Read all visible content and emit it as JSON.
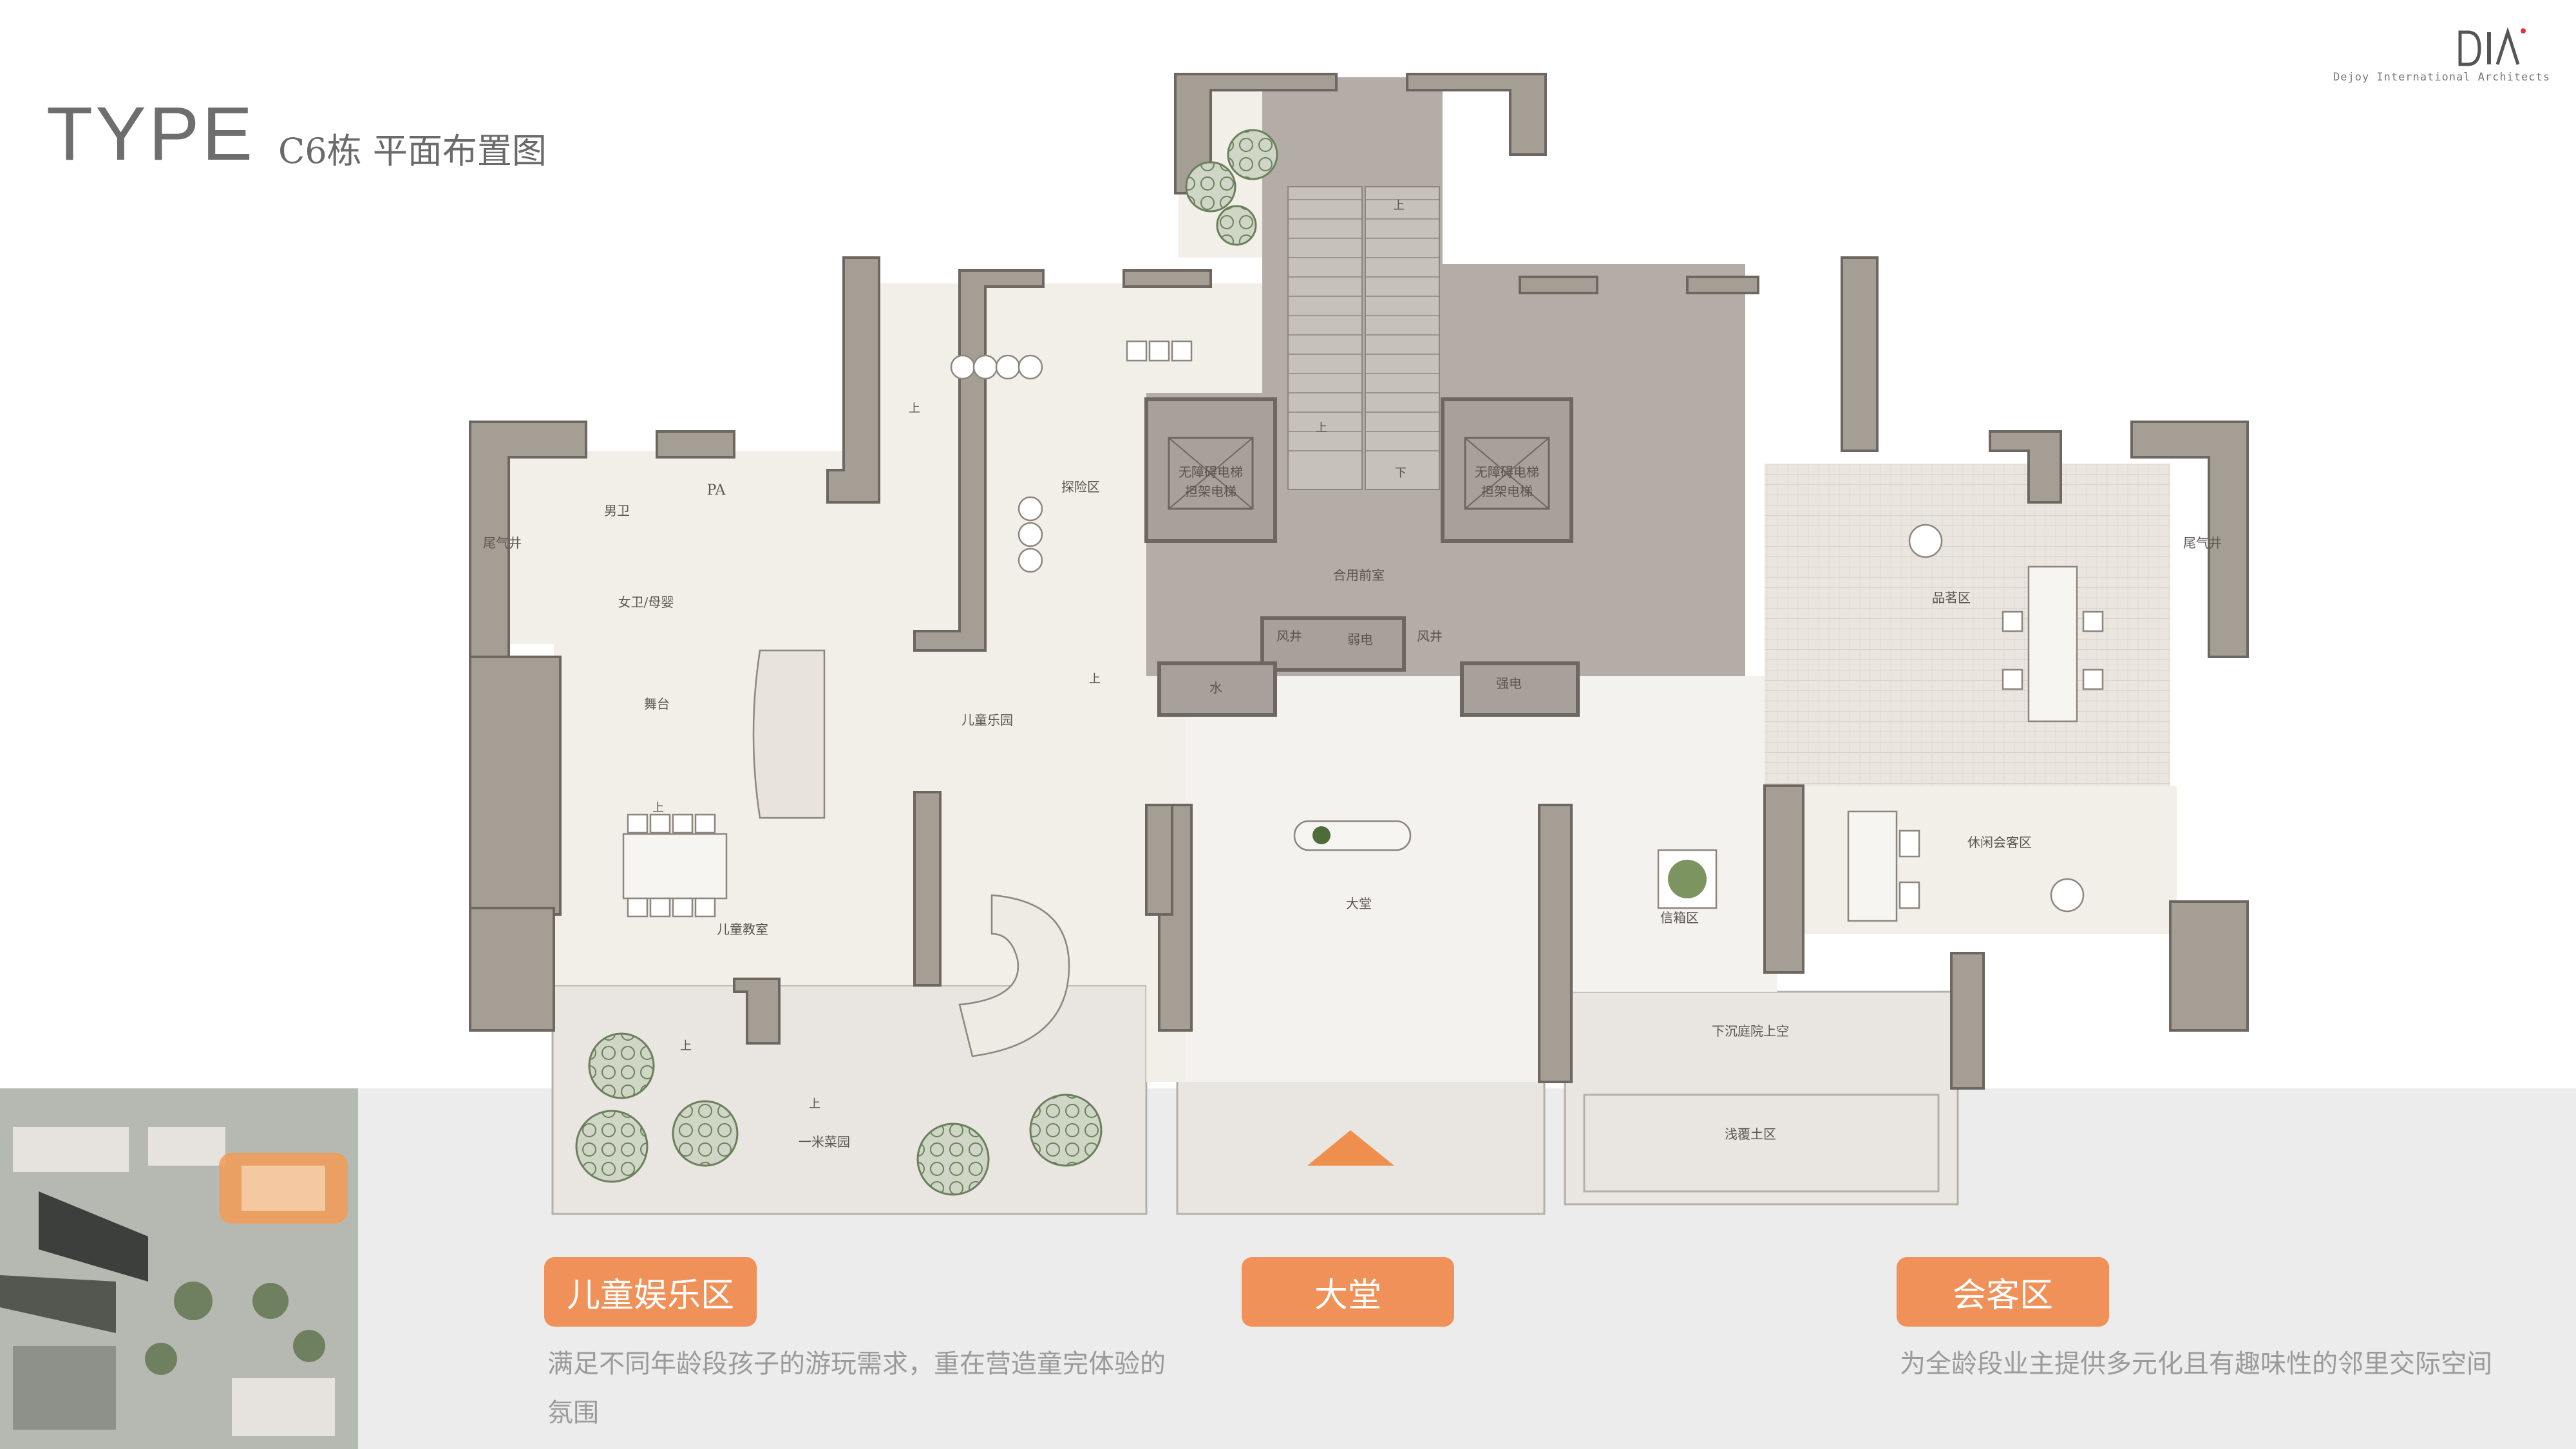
{
  "header": {
    "type_text": "TYPE",
    "subtitle": "C6栋 平面布置图"
  },
  "logo": {
    "mark": "DIA",
    "company": "Dejoy International Architects"
  },
  "plan": {
    "rooms": {
      "weiqijing_left": "尾气井",
      "nanwei": "男卫",
      "pa": "PA",
      "nvwei": "女卫/母婴",
      "wutai": "舞台",
      "ertong_leyuan": "儿童乐园",
      "tanxian": "探险区",
      "ertong_jiaoshi": "儿童教室",
      "yimi_caiyuan": "一米菜园",
      "elevator_left": [
        "无障碍电梯",
        "担架电梯"
      ],
      "elevator_right": [
        "无障碍电梯",
        "担架电梯"
      ],
      "heyong_qianshi": "合用前室",
      "fengjing_1": "风井",
      "fengjing_2": "风井",
      "ruodian": "弱电",
      "shui": "水",
      "qiangdian": "强电",
      "datang": "大堂",
      "xinxiang": "信箱区",
      "xiachen": "下沉庭院上空",
      "qianfu": "浅覆土区",
      "pinming": "品茗区",
      "xiuxian": "休闲会客区",
      "weiqijing_right": "尾气井"
    },
    "stair_up": "上",
    "stair_down": "下"
  },
  "sections": [
    {
      "label": "儿童娱乐区",
      "desc": [
        "满足不同年龄段孩子的游玩需求，重在营造童完体验的",
        "氛围"
      ]
    },
    {
      "label": "大堂",
      "desc": []
    },
    {
      "label": "会客区",
      "desc": [
        "为全龄段业主提供多元化且有趣味性的邻里交际空间"
      ]
    }
  ],
  "colors": {
    "accent": "#ef9158",
    "wall": "#a59e94",
    "floor_light": "#f2efe9",
    "floor_dark": "#b3aca7",
    "band": "#ececec"
  },
  "icons": {
    "entrance": "orange-triangle-icon",
    "logo": "dia-logo-icon"
  }
}
